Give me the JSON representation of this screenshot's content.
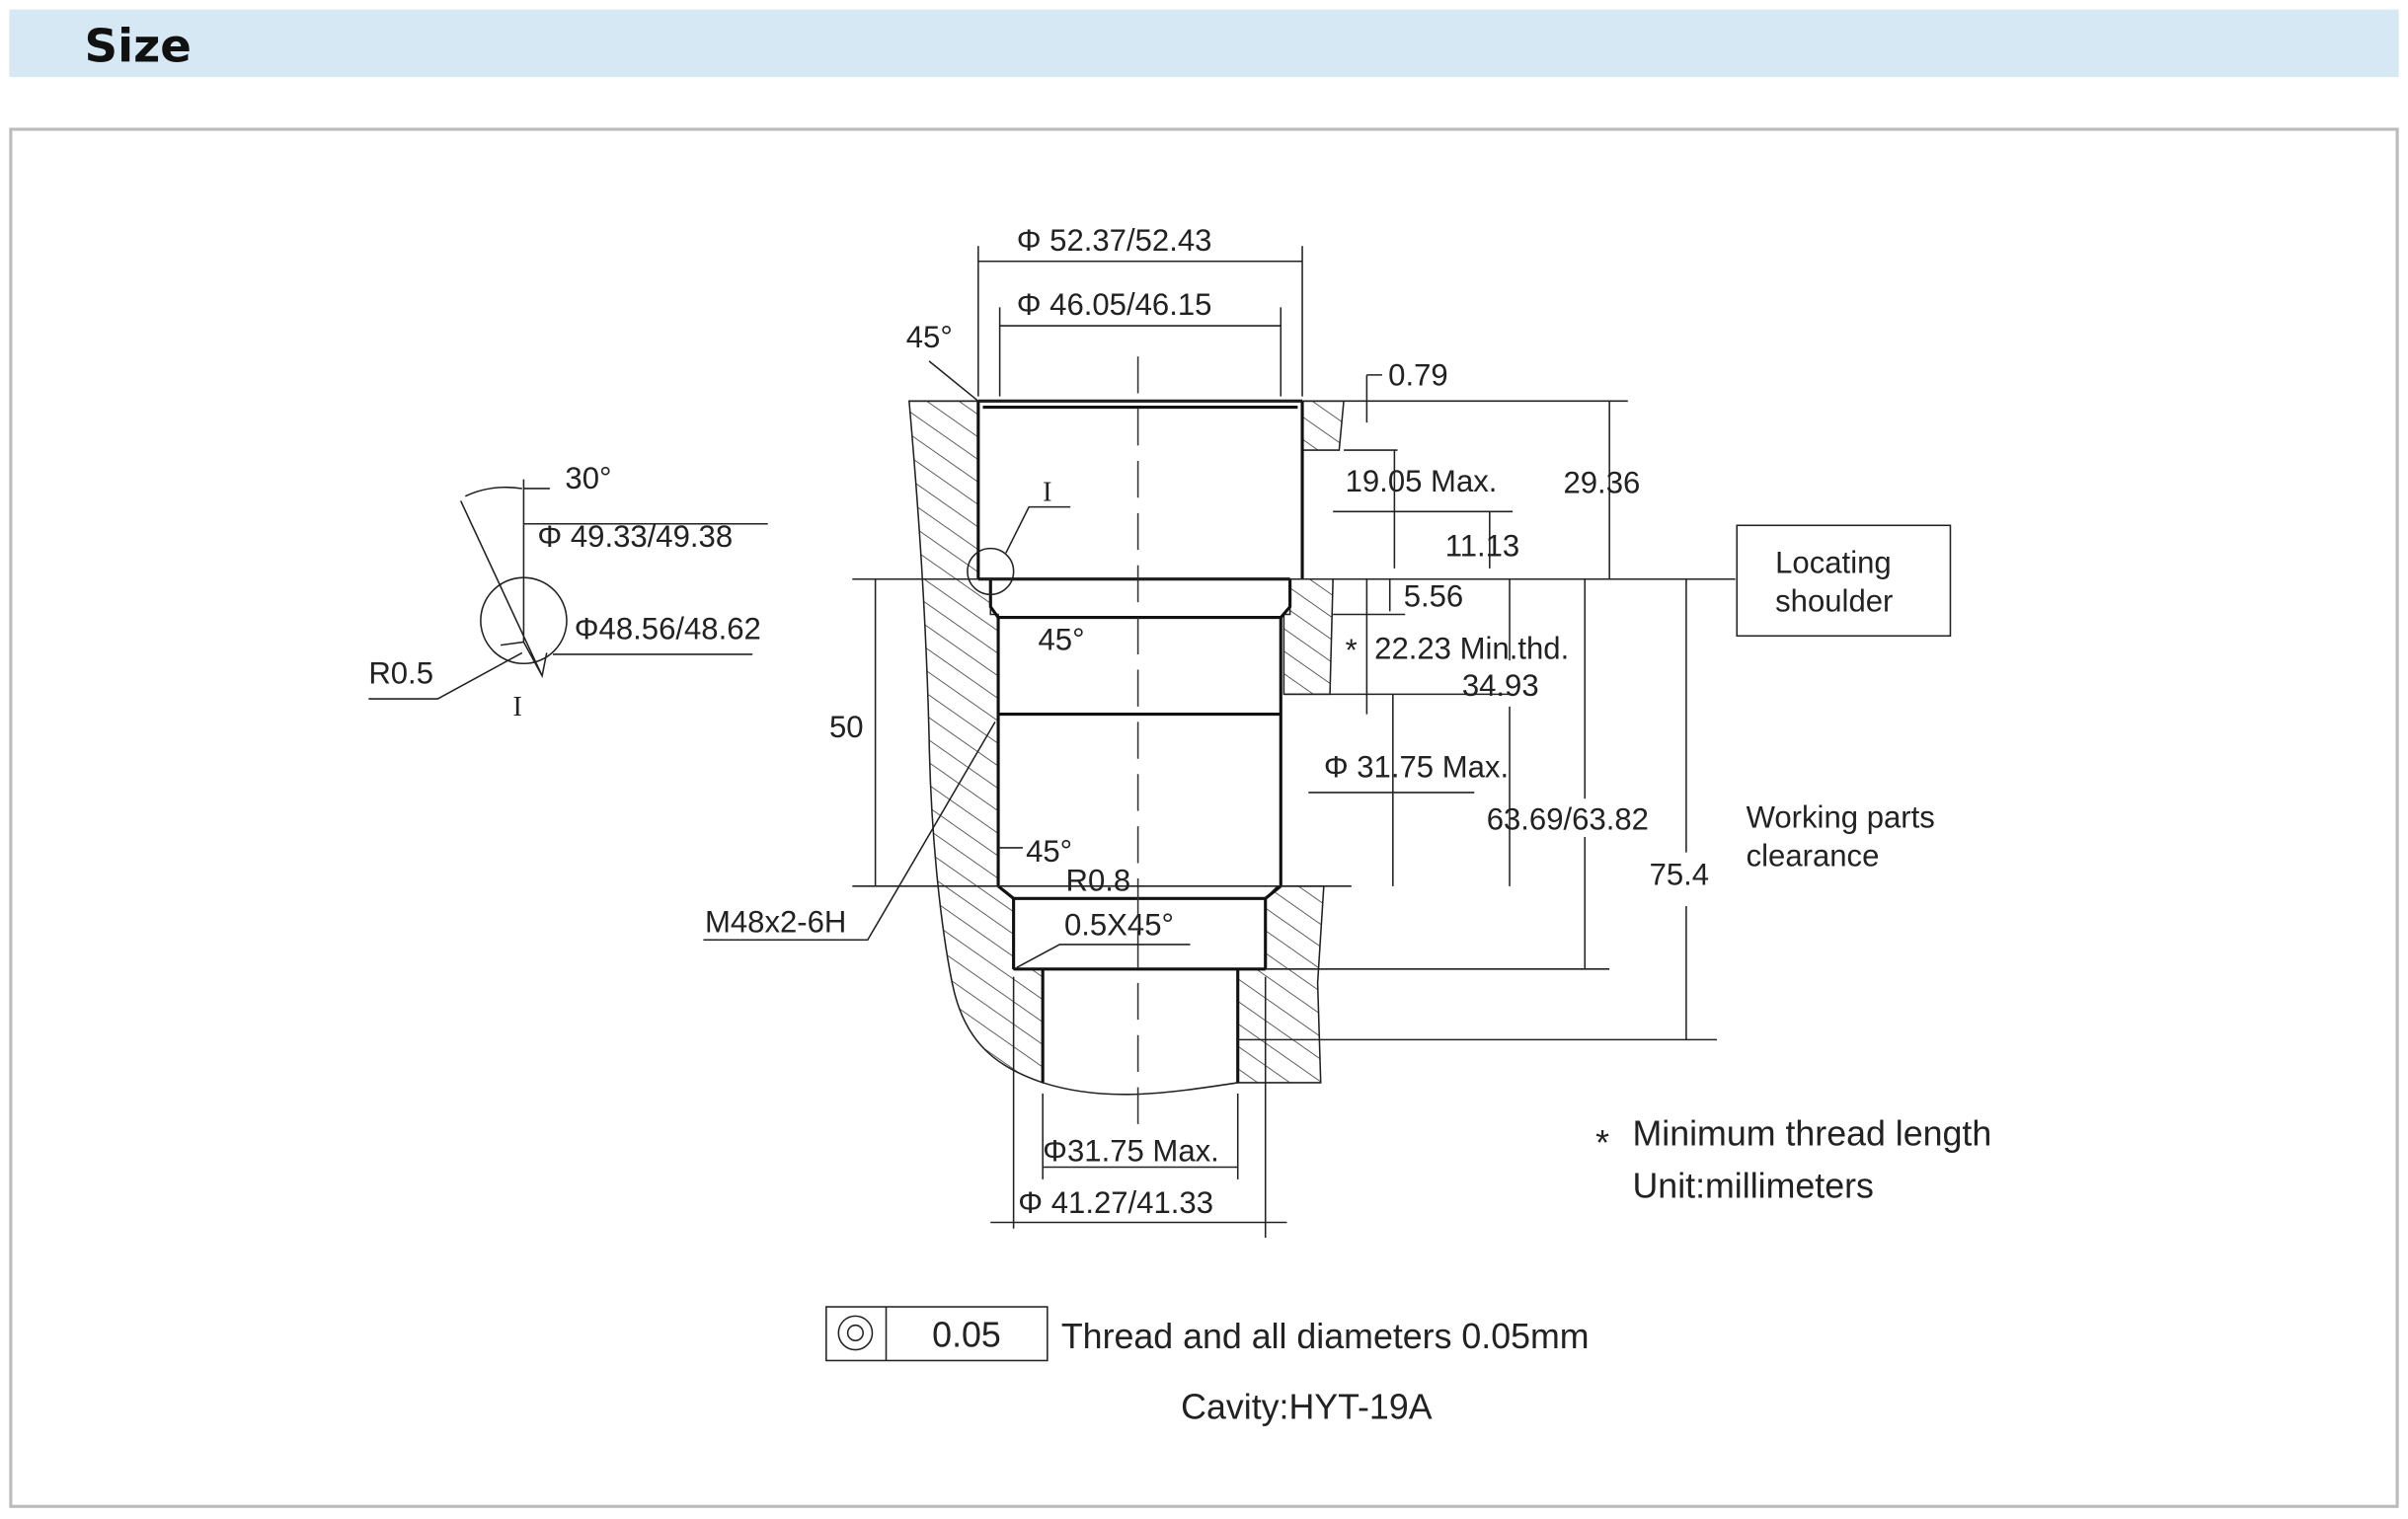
{
  "header": {
    "title": "Size"
  },
  "drawing": {
    "dims": {
      "d_52": "Φ 52.37/52.43",
      "d_46": "Φ 46.05/46.15",
      "angle_top": "45°",
      "d_079": "0.79",
      "d_1905": "19.05 Max.",
      "d_2936": "29.36",
      "d_1113": "11.13",
      "d_556": "5.56",
      "d_2223": "22.23 Min.thd.",
      "star": "*",
      "d_3493": "34.93",
      "d_3175": "Φ 31.75 Max.",
      "d_6369": "63.69/63.82",
      "d_754": "75.4",
      "d_50": "50",
      "angle_mid": "45°",
      "angle_low": "45°",
      "r08": "R0.8",
      "chamfer": "0.5X45°",
      "thread": "M48x2-6H",
      "d_3175b": "Φ31.75 Max.",
      "d_4127": "Φ 41.27/41.33",
      "detail_mark": "I"
    },
    "detail": {
      "angle": "30°",
      "d_4933": "Φ 49.33/49.38",
      "d_4856": "Φ48.56/48.62",
      "r05": "R0.5",
      "label": "I"
    },
    "labels": {
      "locating_1": "Locating",
      "locating_2": "shoulder",
      "working_1": "Working parts",
      "working_2": "clearance"
    },
    "notes": {
      "star": "*",
      "min_thread": "Minimum thread length",
      "unit": "Unit:millimeters",
      "tolerance_value": "0.05",
      "tolerance_text": "Thread and all diameters 0.05mm",
      "cavity": "Cavity:HYT-19A"
    }
  }
}
